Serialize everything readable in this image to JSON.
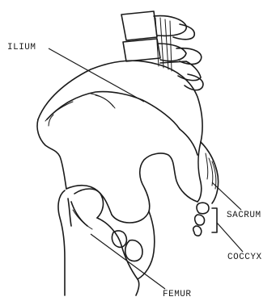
{
  "labels": {
    "ilium": "ILIUM",
    "sacrum": "SACRUM",
    "coccyx": "COCCYX",
    "femur": "FEMUR"
  },
  "colors": {
    "ink": "#1a1a1a",
    "background": "#ffffff"
  }
}
